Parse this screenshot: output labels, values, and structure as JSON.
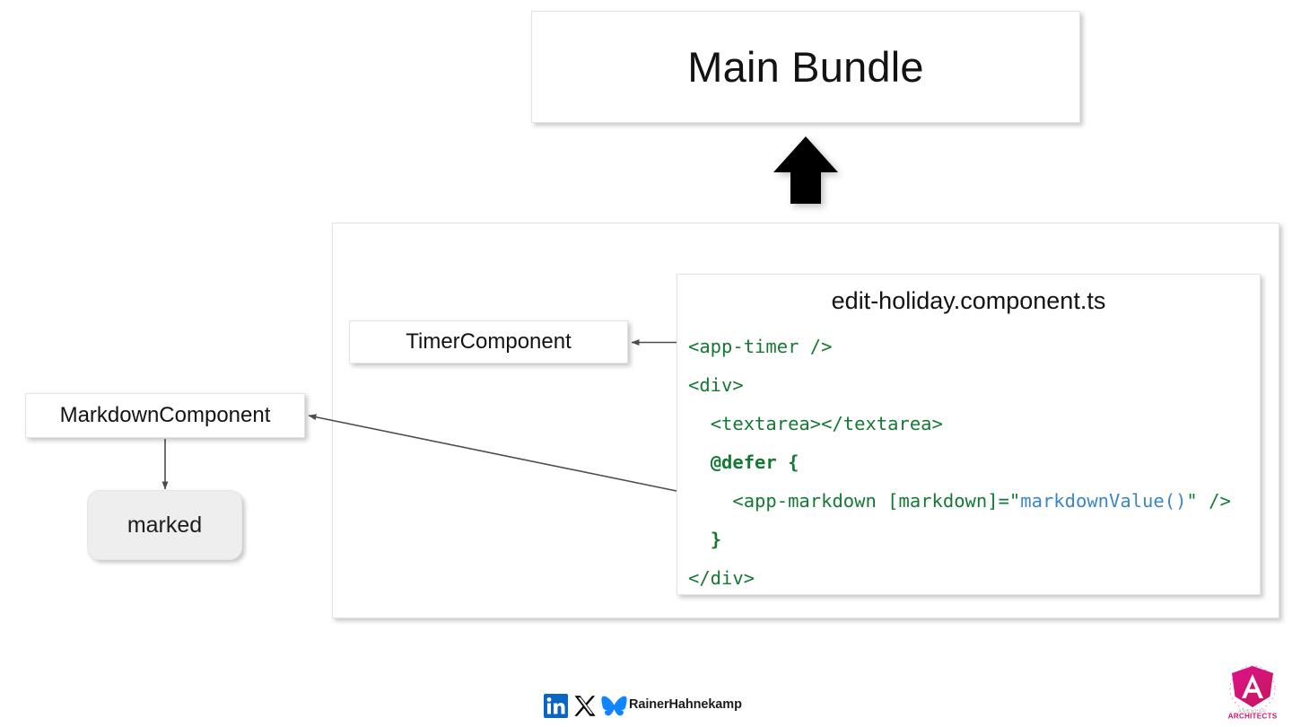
{
  "slide": {
    "main_bundle": {
      "label": "Main Bundle"
    },
    "arrow_up": {
      "icon": "arrow-up-icon"
    },
    "timer_component": {
      "label": "TimerComponent"
    },
    "markdown_component": {
      "label": "MarkdownComponent"
    },
    "marked_library": {
      "label": "marked"
    },
    "code_card": {
      "title": "edit-holiday.component.ts",
      "lines": [
        {
          "indent": 0,
          "tokens": [
            {
              "text": "<app-timer />",
              "style": "green"
            }
          ]
        },
        {
          "indent": 0,
          "tokens": [
            {
              "text": "<div>",
              "style": "green"
            }
          ]
        },
        {
          "indent": 2,
          "tokens": [
            {
              "text": "<textarea></textarea>",
              "style": "green"
            }
          ]
        },
        {
          "indent": 2,
          "tokens": [
            {
              "text": "@defer {",
              "style": "green-bold"
            }
          ]
        },
        {
          "indent": 4,
          "tokens": [
            {
              "text": "<app-markdown [markdown]=\"",
              "style": "green"
            },
            {
              "text": "markdownValue()",
              "style": "blue"
            },
            {
              "text": "\" />",
              "style": "green"
            }
          ]
        },
        {
          "indent": 2,
          "tokens": [
            {
              "text": "}",
              "style": "green-bold"
            }
          ]
        },
        {
          "indent": 0,
          "tokens": [
            {
              "text": "</div>",
              "style": "green"
            }
          ]
        }
      ]
    },
    "connectors": [
      {
        "name": "arrow-code-to-timer",
        "from": "code-card",
        "to": "timer-component"
      },
      {
        "name": "arrow-code-to-markdown",
        "from": "code-card",
        "to": "markdown-component"
      },
      {
        "name": "arrow-markdown-to-marked",
        "from": "markdown-component",
        "to": "marked-library"
      }
    ]
  },
  "footer": {
    "handle": "RainerHahnekamp",
    "social": [
      {
        "name": "linkedin-icon",
        "label": "in"
      },
      {
        "name": "x-twitter-icon",
        "label": "X"
      },
      {
        "name": "bluesky-icon",
        "label": "Bluesky"
      }
    ],
    "brand_logo": {
      "name": "angular-architects-logo",
      "label": "ARCHITECTS",
      "sub_label": "ANGULAR"
    }
  },
  "colors": {
    "code_green": "#147a33",
    "code_blue": "#3a86c8",
    "linkedin_blue": "#0a66c2",
    "bluesky_blue": "#1185fe",
    "brand_pink": "#e2126b",
    "brand_magenta": "#c3185d",
    "connector_gray": "#4d4d4d",
    "marked_fill": "#eeeeee"
  }
}
